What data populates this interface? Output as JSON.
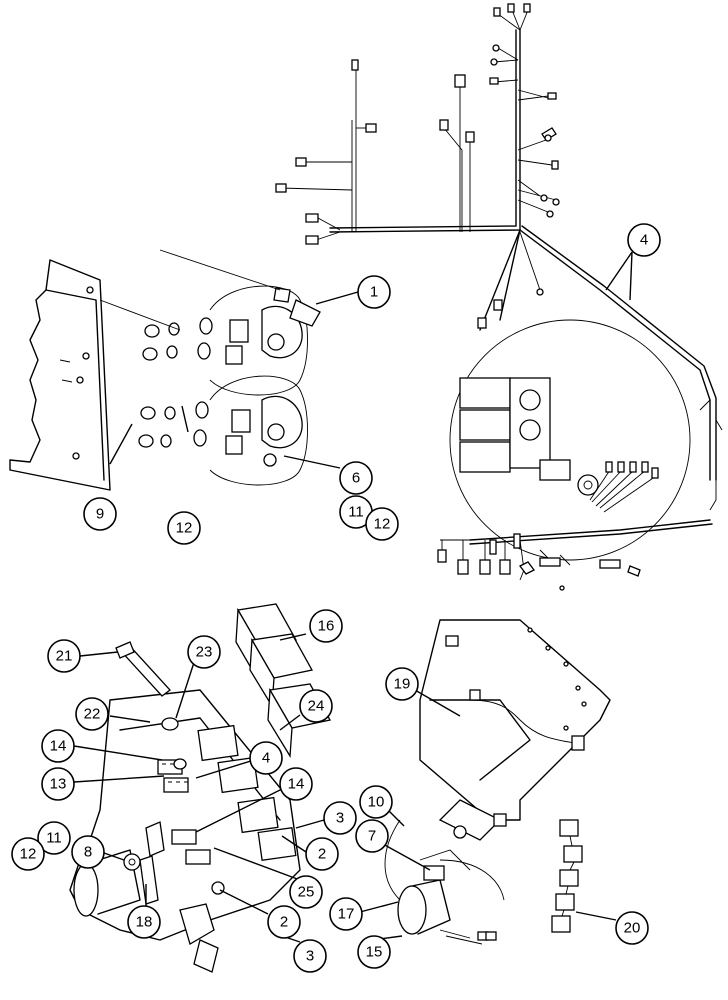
{
  "callouts": [
    {
      "id": "c1",
      "label": "1"
    },
    {
      "id": "c4a",
      "label": "4"
    },
    {
      "id": "c6",
      "label": "6"
    },
    {
      "id": "c11a",
      "label": "11"
    },
    {
      "id": "c12a",
      "label": "12"
    },
    {
      "id": "c9",
      "label": "9"
    },
    {
      "id": "c12b",
      "label": "12"
    },
    {
      "id": "c16",
      "label": "16"
    },
    {
      "id": "c21",
      "label": "21"
    },
    {
      "id": "c23",
      "label": "23"
    },
    {
      "id": "c22",
      "label": "22"
    },
    {
      "id": "c24",
      "label": "24"
    },
    {
      "id": "c14a",
      "label": "14"
    },
    {
      "id": "c13",
      "label": "13"
    },
    {
      "id": "c4b",
      "label": "4"
    },
    {
      "id": "c14b",
      "label": "14"
    },
    {
      "id": "c3a",
      "label": "3"
    },
    {
      "id": "c11b",
      "label": "11"
    },
    {
      "id": "c12c",
      "label": "12"
    },
    {
      "id": "c8",
      "label": "8"
    },
    {
      "id": "c2a",
      "label": "2"
    },
    {
      "id": "c25",
      "label": "25"
    },
    {
      "id": "c18",
      "label": "18"
    },
    {
      "id": "c2b",
      "label": "2"
    },
    {
      "id": "c3b",
      "label": "3"
    },
    {
      "id": "c19",
      "label": "19"
    },
    {
      "id": "c10",
      "label": "10"
    },
    {
      "id": "c7",
      "label": "7"
    },
    {
      "id": "c17",
      "label": "17"
    },
    {
      "id": "c15",
      "label": "15"
    },
    {
      "id": "c20",
      "label": "20"
    }
  ]
}
